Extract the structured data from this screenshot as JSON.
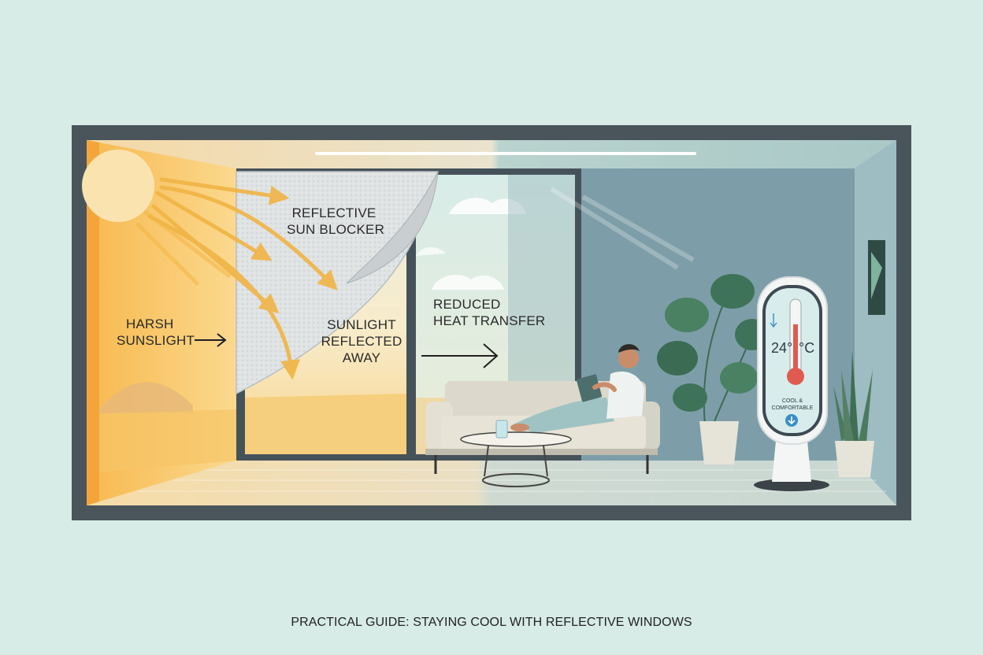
{
  "labels": {
    "harsh_sunlight": [
      "HARSH",
      "SUNSLIGHT"
    ],
    "reflective_blocker": [
      "REFLECTIVE",
      "SUN BLOCKER"
    ],
    "sunlight_reflected": [
      "SUNLIGHT",
      "REFLECTED",
      "AWAY"
    ],
    "reduced_heat": [
      "REDUCED",
      "HEAT TRANSFER"
    ]
  },
  "thermostat": {
    "temperature": "24°",
    "unit": "°C",
    "status": [
      "COOL &",
      "COMFORTABLE"
    ]
  },
  "caption": "PRACTICAL GUIDE: STAYING COOL WITH REFLECTIVE WINDOWS",
  "colors": {
    "background": "#d7ebe7",
    "frame": "#4a555b",
    "warm_side": "#f7c86a",
    "cool_side": "#7d9ea8",
    "arrow": "#f1b445",
    "thermo_red": "#e05a4f"
  }
}
